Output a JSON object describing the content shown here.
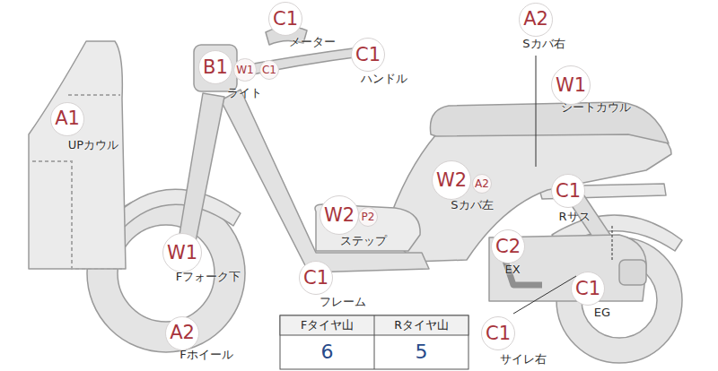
{
  "diagram": {
    "nodes": [
      {
        "text": [
          "C1"
        ]
      },
      {
        "text": [
          "A2"
        ]
      },
      {
        "text": [
          "B1"
        ]
      },
      {
        "text": [
          "W1"
        ]
      },
      {
        "text": [
          "C1"
        ]
      },
      {
        "text": [
          "C1"
        ]
      },
      {
        "text": [
          "W1"
        ]
      },
      {
        "text": [
          "A1"
        ]
      },
      {
        "text": [
          "W2"
        ]
      },
      {
        "text": [
          "A2"
        ]
      },
      {
        "text": [
          "C1"
        ]
      },
      {
        "text": [
          "W2"
        ]
      },
      {
        "text": [
          "P2"
        ]
      },
      {
        "text": [
          "C2"
        ]
      },
      {
        "text": [
          "W1"
        ]
      },
      {
        "text": [
          "C1"
        ]
      },
      {
        "text": [
          "C1"
        ]
      },
      {
        "text": [
          "A2"
        ]
      },
      {
        "text": [
          "C1"
        ]
      }
    ],
    "edges": [],
    "labels": [
      "メーター",
      "Sカバ右",
      "ライト",
      "ハンドル",
      "シートカウル",
      "UPカウル",
      "Sカバ左",
      "Rサス",
      "ステップ",
      "EX",
      "Fフォーク下",
      "フレーム",
      "EG",
      "Fタイヤ山",
      "Rタイヤ山",
      "6",
      "5",
      "Fホイール",
      "サイレ右"
    ]
  }
}
